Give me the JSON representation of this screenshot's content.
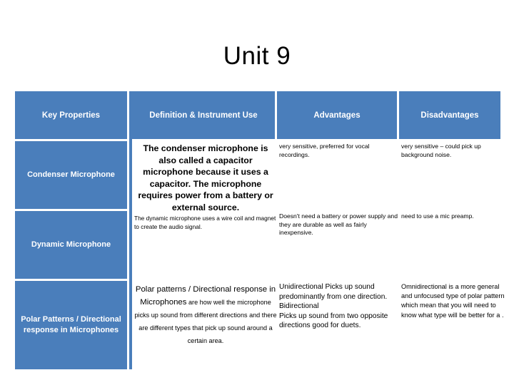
{
  "slide": {
    "title": "Unit 9",
    "accent_color": "#4a7ebb",
    "header_text_color": "#ffffff",
    "background_color": "#ffffff"
  },
  "table": {
    "headers": [
      "Key Properties",
      "Definition & Instrument Use",
      "Advantages",
      "Disadvantages"
    ],
    "rows": [
      {
        "key_property": "Condenser Microphone",
        "definition": "The condenser microphone is also called a capacitor microphone because it uses a capacitor. The microphone requires power from a battery or external source.",
        "advantages": "very sensitive, preferred for vocal recordings.",
        "disadvantages": "very sensitive – could pick up background noise."
      },
      {
        "key_property": "Dynamic Microphone",
        "definition": "The dynamic microphone uses a wire coil and magnet to create the audio signal.",
        "advantages": "Doesn't need a battery or power supply and they are durable as well as fairly inexpensive.",
        "disadvantages": "need to use a mic preamp."
      },
      {
        "key_property": "Polar Patterns / Directional response in Microphones",
        "definition_lead": "Polar patterns / Directional response in Microphones",
        "definition_tail": " are how well the microphone picks up sound from different directions and there are different types that pick up sound around a certain area.",
        "advantages": "Unidirectional Picks up sound predominantly from one direction. Bidirectional\nPicks up sound from two opposite directions good for duets.",
        "disadvantages": "Omnidirectional is a more general and unfocused type of polar pattern which mean that you will need to know what type will be better for a ."
      }
    ]
  }
}
